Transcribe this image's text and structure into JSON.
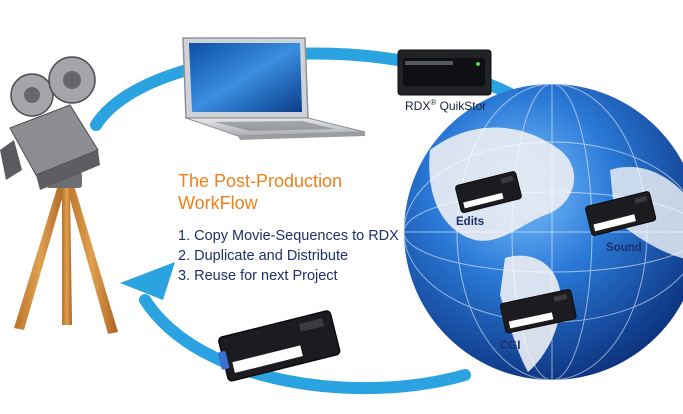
{
  "diagram": {
    "title_line1": "The Post-Production",
    "title_line2": "WorkFlow",
    "steps": [
      "1. Copy Movie-Sequences to RDX",
      "2. Duplicate and Distribute",
      "3. Reuse for next Project"
    ],
    "device_label_brand": "RDX",
    "device_label_reg": "®",
    "device_label_name": " QuikStor",
    "cartridge_labels": {
      "edits": "Edits",
      "sound": "Sound",
      "cgi": "CGI"
    }
  },
  "colors": {
    "arrow": "#2aa3e0",
    "title": "#f0801a",
    "steps": "#1e2f6a",
    "globe_ocean": "#1d5fb8",
    "cartridge": "#1c1c20"
  },
  "icons": [
    "movie-camera-icon",
    "laptop-icon",
    "rdx-drive-icon",
    "globe-icon",
    "cartridge-icon"
  ]
}
